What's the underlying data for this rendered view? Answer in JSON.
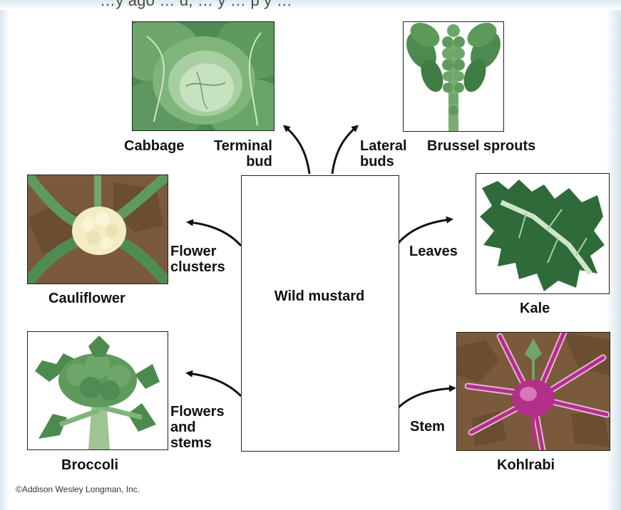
{
  "top_caption": "…y ago … d, … y … p y …",
  "center": {
    "label": "Wild mustard"
  },
  "vegetables": {
    "cabbage": {
      "name": "Cabbage",
      "part": "Terminal\nbud"
    },
    "brussel": {
      "name": "Brussel sprouts",
      "part": "Lateral\nbuds"
    },
    "cauliflower": {
      "name": "Cauliflower",
      "part": "Flower\nclusters"
    },
    "kale": {
      "name": "Kale",
      "part": "Leaves"
    },
    "broccoli": {
      "name": "Broccoli",
      "part": "Flowers\nand\nstems"
    },
    "kohlrabi": {
      "name": "Kohlrabi",
      "part": "Stem"
    }
  },
  "credit": "©Addison Wesley Longman, Inc.",
  "colors": {
    "leaf_green": "#5f9a5c",
    "leaf_light": "#b8d6ae",
    "soil_brown": "#7a5a3a",
    "kohlrabi_purple": "#b3308a",
    "cauliflower_cream": "#f3ecc6"
  }
}
